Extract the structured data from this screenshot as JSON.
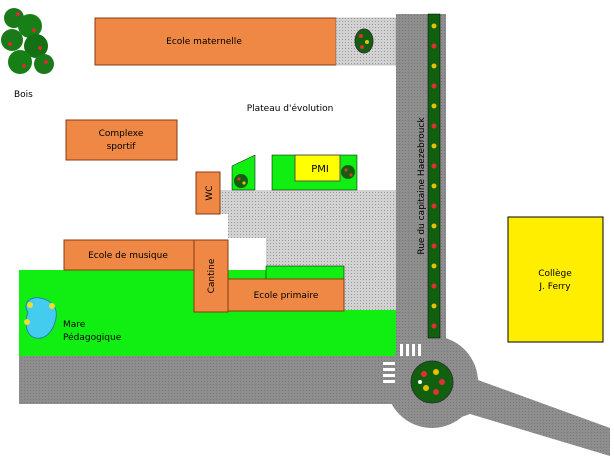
{
  "labels": {
    "bois": "Bois",
    "ecole_maternelle": "Ecole maternelle",
    "plateau": "Plateau d'évolution",
    "complexe_line1": "Complexe",
    "complexe_line2": "sportif",
    "pmi": "PMI",
    "wc": "WC",
    "ecole_musique": "Ecole de musique",
    "cantine": "Cantine",
    "ecole_primaire": "Ecole primaire",
    "mare_line1": "Mare",
    "mare_line2": "Pédagogique",
    "rue": "Rue du capitaine Haezebrouck",
    "college_line1": "Collège",
    "college_line2": "J. Ferry"
  },
  "colors": {
    "building": "#ee8844",
    "building_border": "#8b3a10",
    "lawn": "#11ee11",
    "road": "#8e8e8e",
    "paved": "#c4c4c4",
    "college": "#ffee00",
    "pmi": "#ffff00",
    "hedge": "#106010"
  }
}
